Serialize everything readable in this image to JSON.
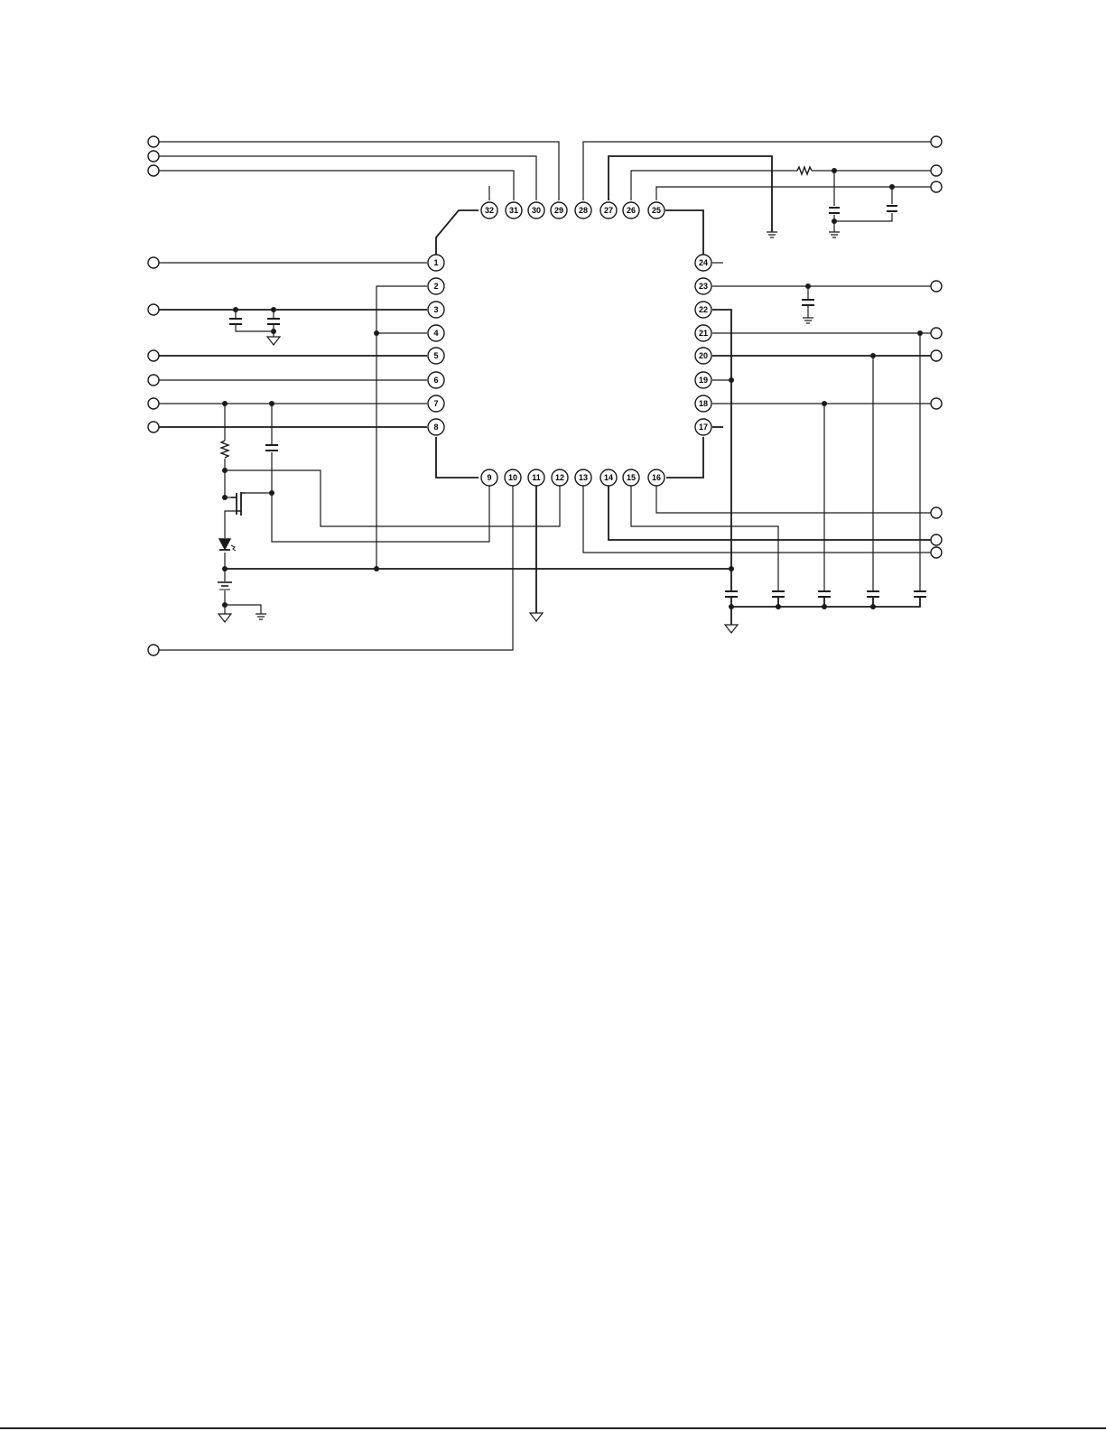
{
  "diagram": {
    "pins": {
      "p1": "1",
      "p2": "2",
      "p3": "3",
      "p4": "4",
      "p5": "5",
      "p6": "6",
      "p7": "7",
      "p8": "8",
      "p9": "9",
      "p10": "10",
      "p11": "11",
      "p12": "12",
      "p13": "13",
      "p14": "14",
      "p15": "15",
      "p16": "16",
      "p17": "17",
      "p18": "18",
      "p19": "19",
      "p20": "20",
      "p21": "21",
      "p22": "22",
      "p23": "23",
      "p24": "24",
      "p25": "25",
      "p26": "26",
      "p27": "27",
      "p28": "28",
      "p29": "29",
      "p30": "30",
      "p31": "31",
      "p32": "32"
    },
    "colors": {
      "line": "#1a1a1a",
      "background": "#ffffff"
    }
  }
}
